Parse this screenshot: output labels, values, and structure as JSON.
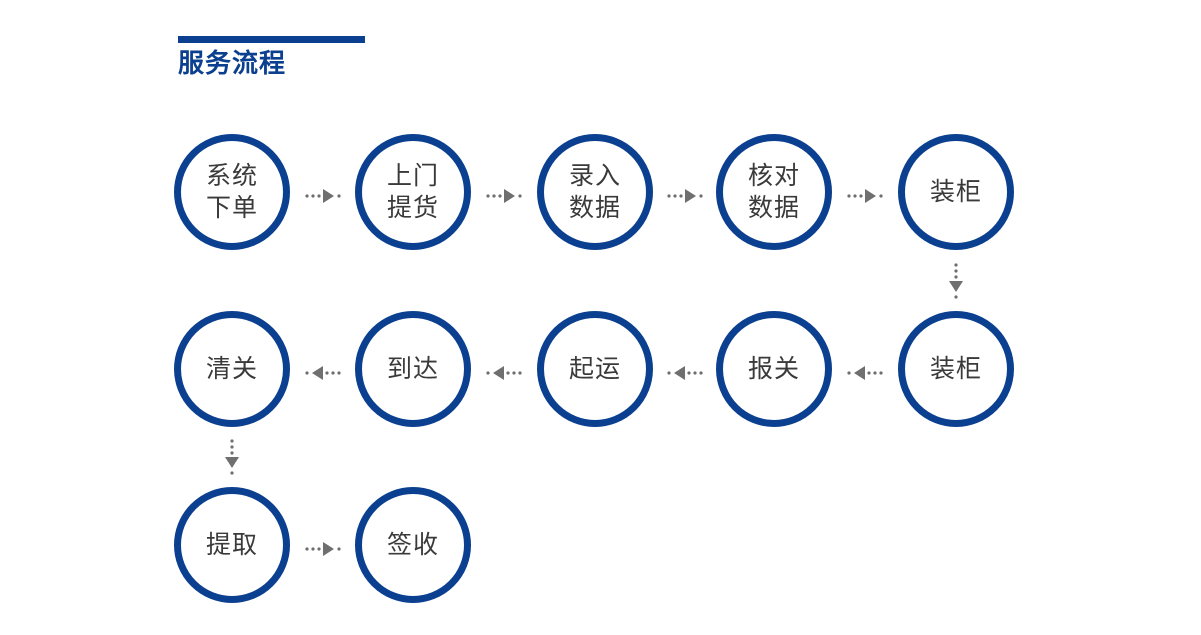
{
  "title": "服务流程",
  "colors": {
    "accent": "#0b3f8f",
    "arrow": "#6f6f6f",
    "text": "#3a3a3a"
  },
  "steps": [
    {
      "label": "系统下单"
    },
    {
      "label": "上门提货"
    },
    {
      "label": "录入数据"
    },
    {
      "label": "核对数据"
    },
    {
      "label": "装柜"
    },
    {
      "label": "装柜"
    },
    {
      "label": "报关"
    },
    {
      "label": "起运"
    },
    {
      "label": "到达"
    },
    {
      "label": "清关"
    },
    {
      "label": "提取"
    },
    {
      "label": "签收"
    }
  ],
  "arrows": [
    {
      "from": 0,
      "to": 1,
      "direction": "right"
    },
    {
      "from": 1,
      "to": 2,
      "direction": "right"
    },
    {
      "from": 2,
      "to": 3,
      "direction": "right"
    },
    {
      "from": 3,
      "to": 4,
      "direction": "right"
    },
    {
      "from": 4,
      "to": 5,
      "direction": "down"
    },
    {
      "from": 5,
      "to": 6,
      "direction": "left"
    },
    {
      "from": 6,
      "to": 7,
      "direction": "left"
    },
    {
      "from": 7,
      "to": 8,
      "direction": "left"
    },
    {
      "from": 8,
      "to": 9,
      "direction": "left"
    },
    {
      "from": 9,
      "to": 10,
      "direction": "down"
    },
    {
      "from": 10,
      "to": 11,
      "direction": "right"
    }
  ]
}
